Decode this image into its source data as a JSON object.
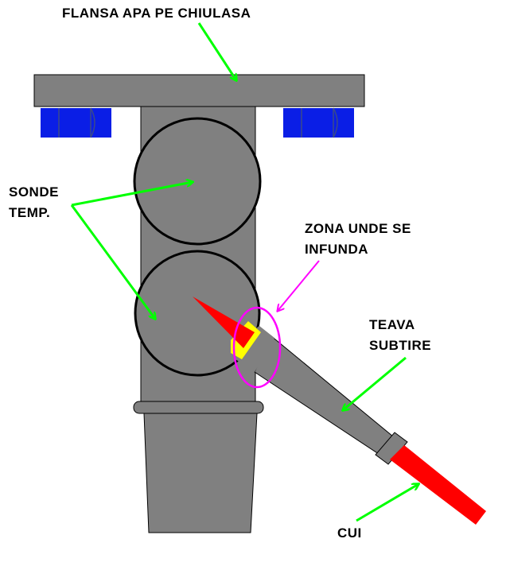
{
  "labels": {
    "flange": "FLANSA APA PE CHIULASA",
    "probes_line1": "SONDE",
    "probes_line2": "TEMP.",
    "zone_line1": "ZONA UNDE SE",
    "zone_line2": "INFUNDA",
    "tube_line1": "TEAVA",
    "tube_line2": "SUBTIRE",
    "nail": "CUI"
  },
  "colors": {
    "metal": "#808080",
    "bolt": "#0a1ee6",
    "nail": "#ff0000",
    "arrow_green": "#00ff00",
    "arrow_magenta": "#ff00ff",
    "clog": "#ffff00",
    "outline": "#000000"
  }
}
